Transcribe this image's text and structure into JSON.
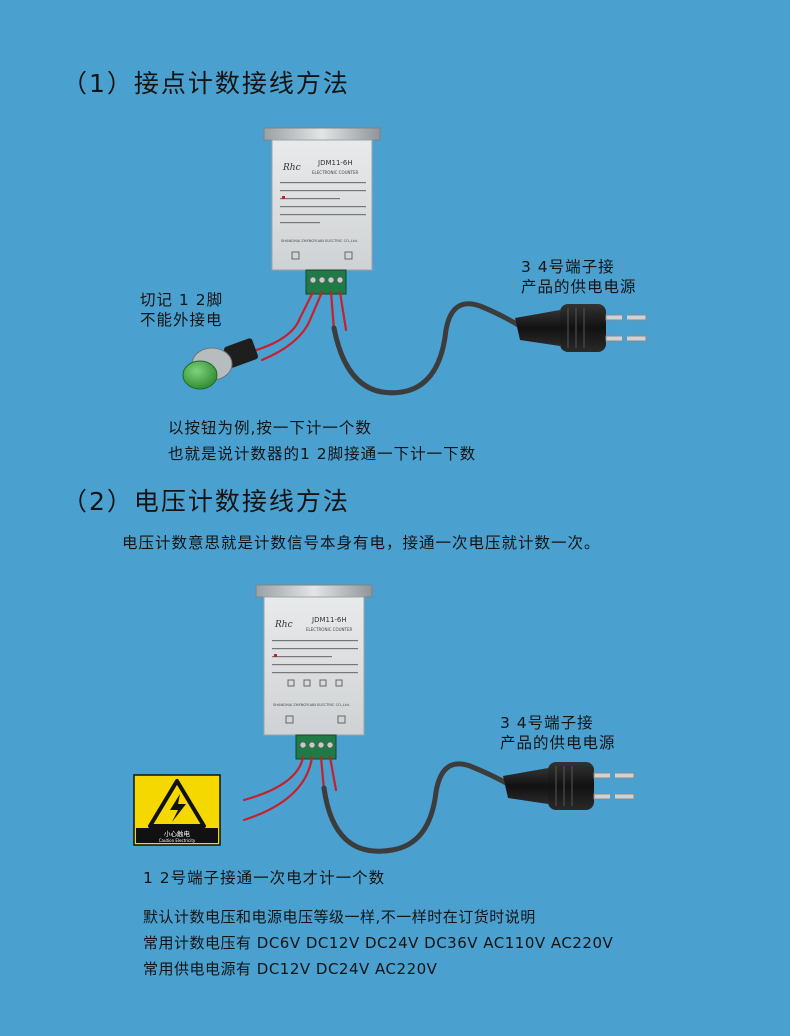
{
  "section1": {
    "title": "（1）接点计数接线方法",
    "note_left_line1": "切记 1 2脚",
    "note_left_line2": "不能外接电",
    "note_right_line1": "3 4号端子接",
    "note_right_line2": "产品的供电电源",
    "caption_line1": "以按钮为例,按一下计一个数",
    "caption_line2": "也就是说计数器的1 2脚接通一下计一下数"
  },
  "section2": {
    "title": "（2）电压计数接线方法",
    "intro": "电压计数意思就是计数信号本身有电，接通一次电压就计数一次。",
    "note_right_line1": "3 4号端子接",
    "note_right_line2": "产品的供电电源",
    "caption": "1 2号端子接通一次电才计一个数",
    "warning_label_cn": "小心触电",
    "warning_label_en": "Caution Electricity",
    "spec_line1": "默认计数电压和电源电压等级一样,不一样时在订货时说明",
    "spec_line2": "常用计数电压有 DC6V  DC12V  DC24V  DC36V  AC110V  AC220V",
    "spec_line3": "常用供电电源有 DC12V DC24V  AC220V"
  },
  "device": {
    "model": "JDM11-6H",
    "subtitle": "ELECTRONIC COUNTER",
    "maker": "SHANGHAI ZHENGYUAN ELECTRIC CO.,Ltd."
  },
  "colors": {
    "background": "#4aa0cf",
    "wire_red": "#c8202a",
    "terminal_green": "#1f7a45",
    "button_green": "#3fa340",
    "warning_yellow": "#f5d800"
  }
}
